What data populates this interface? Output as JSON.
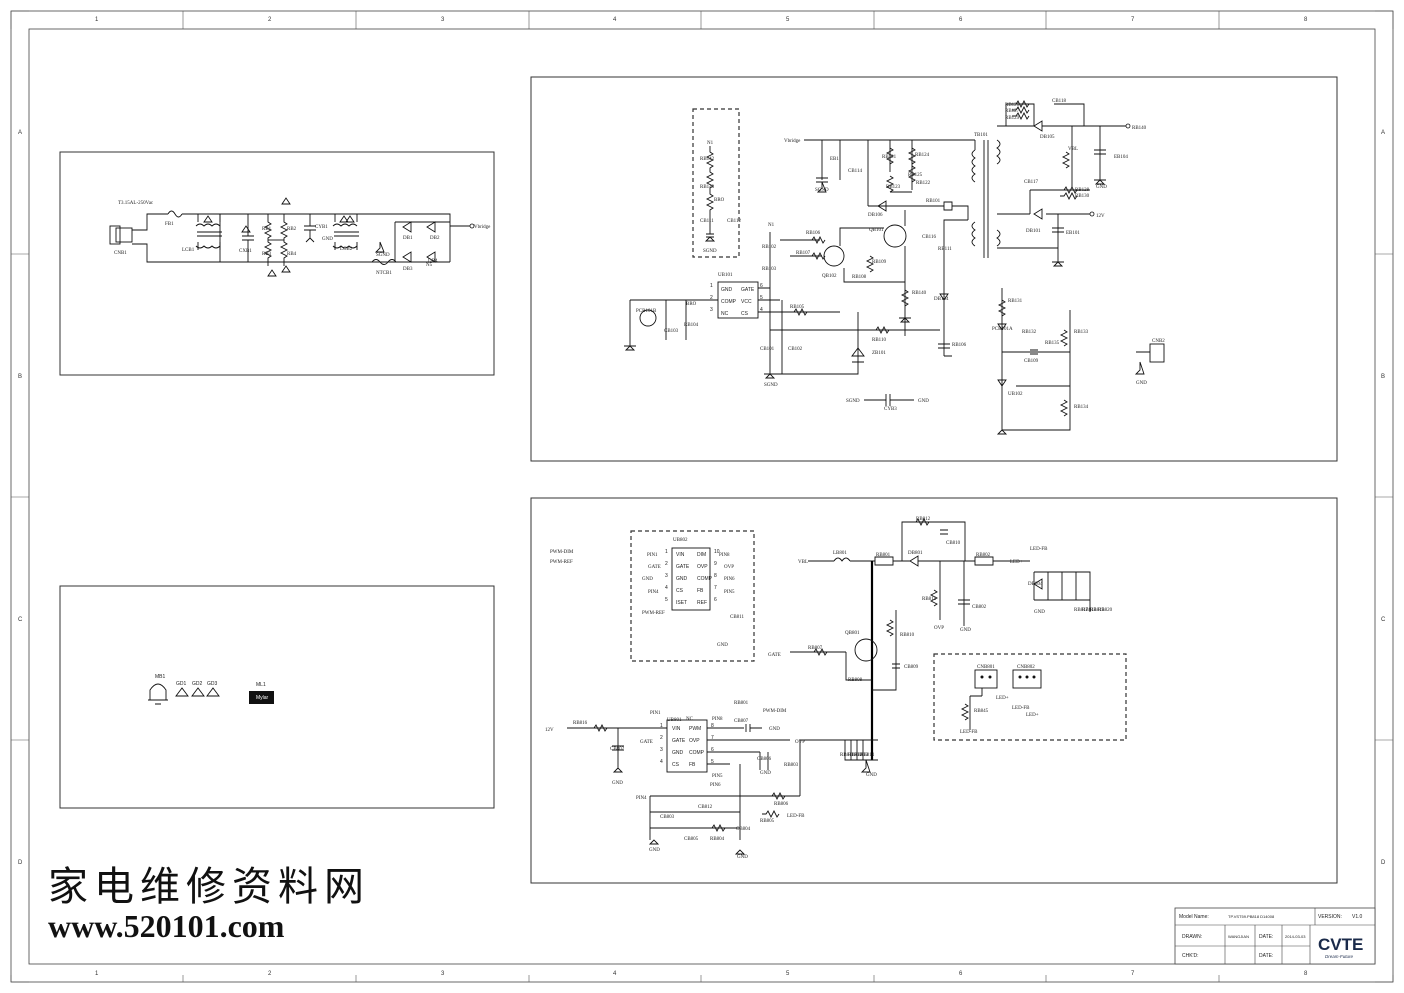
{
  "grid": {
    "cols": [
      "1",
      "2",
      "3",
      "4",
      "5",
      "6",
      "7",
      "8"
    ],
    "rows": [
      "A",
      "B",
      "C",
      "D"
    ]
  },
  "input_block": {
    "fuse_rating": "T3.15AL-250Vac",
    "labels": [
      "FB1",
      "LCB1",
      "CNB1",
      "CXB1",
      "RB1",
      "RB2",
      "RB3",
      "RB4",
      "CYB1",
      "GND",
      "LCB2",
      "DB1",
      "DB2",
      "DB3",
      "DB4",
      "SGND",
      "NTCB1",
      "N5",
      "Vbridge"
    ]
  },
  "mech_block": {
    "labels": [
      "MB1",
      "GD1",
      "GD2",
      "GD3",
      "ML1"
    ],
    "mylar": "Mylar"
  },
  "flyback_block": {
    "chip": {
      "ref": "UB101",
      "pins_left": [
        "GND",
        "COMP",
        "NC"
      ],
      "pins_right": [
        "GATE",
        "VCC",
        "CS"
      ],
      "pin_nums_left": [
        "1",
        "2",
        "3"
      ],
      "pin_nums_right": [
        "6",
        "5",
        "4"
      ]
    },
    "labels": [
      "Vbridge",
      "EB1",
      "SGND",
      "CB114",
      "RB121",
      "RB123",
      "RB124",
      "RB125",
      "RB122",
      "DB106",
      "RB101",
      "RB106",
      "RB107",
      "QB102",
      "QB101",
      "RB109",
      "RB108",
      "CB116",
      "RB102",
      "RB103",
      "RB105",
      "RB110",
      "CB101",
      "CB102",
      "SGND",
      "ZB101",
      "RB140",
      "DB104",
      "RB111",
      "RB106",
      "PCB101B",
      "CB103",
      "RB104",
      "BRO",
      "N1",
      "TB101",
      "RB126",
      "RB127",
      "RB129",
      "CB118",
      "DB105",
      "VBL",
      "RB140",
      "EB104",
      "GND",
      "CB117",
      "RB128",
      "RB130",
      "DB101",
      "EB101",
      "12V",
      "RB131",
      "PCB101A",
      "RB132",
      "RB133",
      "RB135",
      "CB109",
      "UB102",
      "RB134",
      "CNB2",
      "GND",
      "CYB3",
      "SGND",
      "GND"
    ],
    "n1_box": [
      "N1",
      "RB142",
      "RB143",
      "BRO",
      "CB111",
      "CB112",
      "SGND"
    ]
  },
  "led_block": {
    "chip_top": {
      "ref": "UB802",
      "pins_left": [
        "VIN",
        "GATE",
        "GND",
        "CS",
        "ISET"
      ],
      "pins_right": [
        "DIM",
        "OVP",
        "COMP",
        "FB",
        "REF"
      ],
      "pin_nums_left": [
        "1",
        "2",
        "3",
        "4",
        "5"
      ],
      "pin_nums_right": [
        "10",
        "9",
        "8",
        "7",
        "6"
      ]
    },
    "top_labels": [
      "PWM-DIM",
      "PWM-REF",
      "PIN1",
      "GATE",
      "GND",
      "PIN4",
      "PWM-REF",
      "PIN8",
      "OVP",
      "PIN6",
      "PIN5",
      "CB811",
      "GND"
    ],
    "chip_bot": {
      "ref": "UB801",
      "pins_left": [
        "VIN",
        "GATE",
        "GND",
        "CS"
      ],
      "pins_right": [
        "PWM",
        "OVP",
        "COMP",
        "FB"
      ],
      "pin_nums_left": [
        "1",
        "2",
        "3",
        "4"
      ],
      "pin_nums_right": [
        "8",
        "7",
        "6",
        "5"
      ]
    },
    "bot_labels": [
      "PIN1",
      "NC",
      "RB801",
      "PWM-DIM",
      "PIN8",
      "CB807",
      "GND",
      "12V",
      "RB816",
      "CB802",
      "GND",
      "GATE",
      "OVP",
      "CB806",
      "RB803",
      "GND",
      "PIN5",
      "PIN6",
      "PIN4",
      "RB806",
      "CB812",
      "CB803",
      "RB805",
      "LED-FB",
      "CB805",
      "RB804",
      "CB804",
      "GND",
      "GND"
    ],
    "power_labels": [
      "VBL",
      "LB801",
      "RB801",
      "DB801",
      "RB812",
      "CB810",
      "RB802",
      "LED-FB",
      "LED+",
      "RB815",
      "OVP",
      "CB802",
      "GND",
      "DB804",
      "GND",
      "RB817",
      "RB818",
      "RB819",
      "RB820",
      "GATE",
      "RB807",
      "QB801",
      "RB810",
      "RB808",
      "CB809",
      "RB811",
      "RB812",
      "RB813",
      "RB814",
      "GND"
    ],
    "connectors": [
      "CNB801",
      "CNB802",
      "LED+",
      "RB845",
      "LED-FB",
      "LED-FB",
      "LED+"
    ]
  },
  "title_block": {
    "model_label": "Model Name:",
    "model_value": "TP.VST59.PB818 D14008",
    "version_label": "VERSION:",
    "version_value": "V1.0",
    "drawn_label": "DRAWN:",
    "drawn_value": "WANGJIAN",
    "date_label": "DATE:",
    "date_value": "2014-03-03",
    "chkd_label": "CHK'D:",
    "date2_label": "DATE:",
    "logo": "CVTE",
    "slogan": "Dream·Future"
  },
  "watermark": {
    "chinese": "家电维修资料网",
    "url": "www.520101.com"
  }
}
